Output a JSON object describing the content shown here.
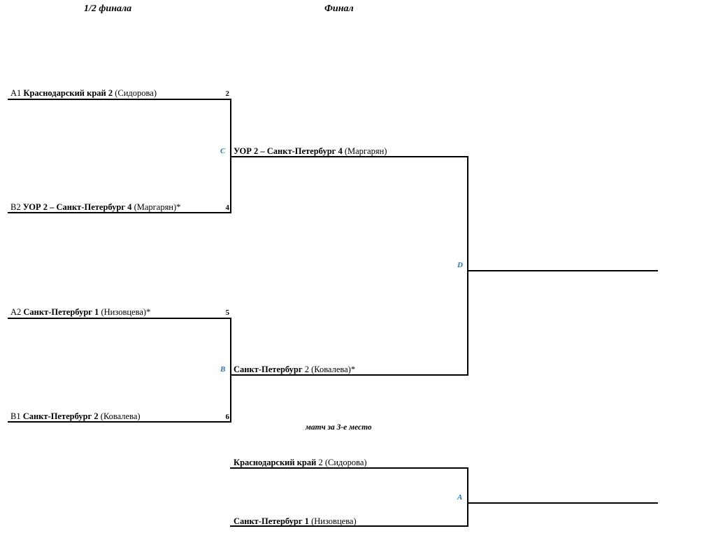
{
  "headers": {
    "semifinal": "1/2 финала",
    "final": "Финал"
  },
  "semifinal": {
    "top": {
      "match_label": "C",
      "team1": {
        "seed": "A1",
        "name": "Краснодарский край 2",
        "coach": "(Сидорова)",
        "score": "2"
      },
      "team2": {
        "seed": "B2",
        "name": "УОР 2 – Санкт-Петербург 4",
        "coach": "(Маргарян)*",
        "score": "4"
      }
    },
    "bottom": {
      "match_label": "B",
      "team1": {
        "seed": "A2",
        "name": "Санкт-Петербург 1",
        "coach": "(Низовцева)*",
        "score": "5"
      },
      "team2": {
        "seed": "B1",
        "name": "Санкт-Петербург 2",
        "coach": "(Ковалева)",
        "score": "6"
      }
    }
  },
  "final": {
    "match_label": "D",
    "team1": {
      "name": "УОР 2 – Санкт-Петербург 4",
      "coach": "(Маргарян)"
    },
    "team2": {
      "name": "Санкт-Петербург",
      "suffix": " 2 (Ковалева)*"
    }
  },
  "third_place": {
    "title": "матч за 3-е место",
    "match_label": "A",
    "team1": {
      "name": "Краснодарский край",
      "suffix": " 2 (Сидорова)"
    },
    "team2": {
      "name": "Санкт-Петербург 1",
      "coach": "(Низовцева)"
    }
  },
  "colors": {
    "line": "#000000",
    "match_label": "#2e74b5"
  }
}
